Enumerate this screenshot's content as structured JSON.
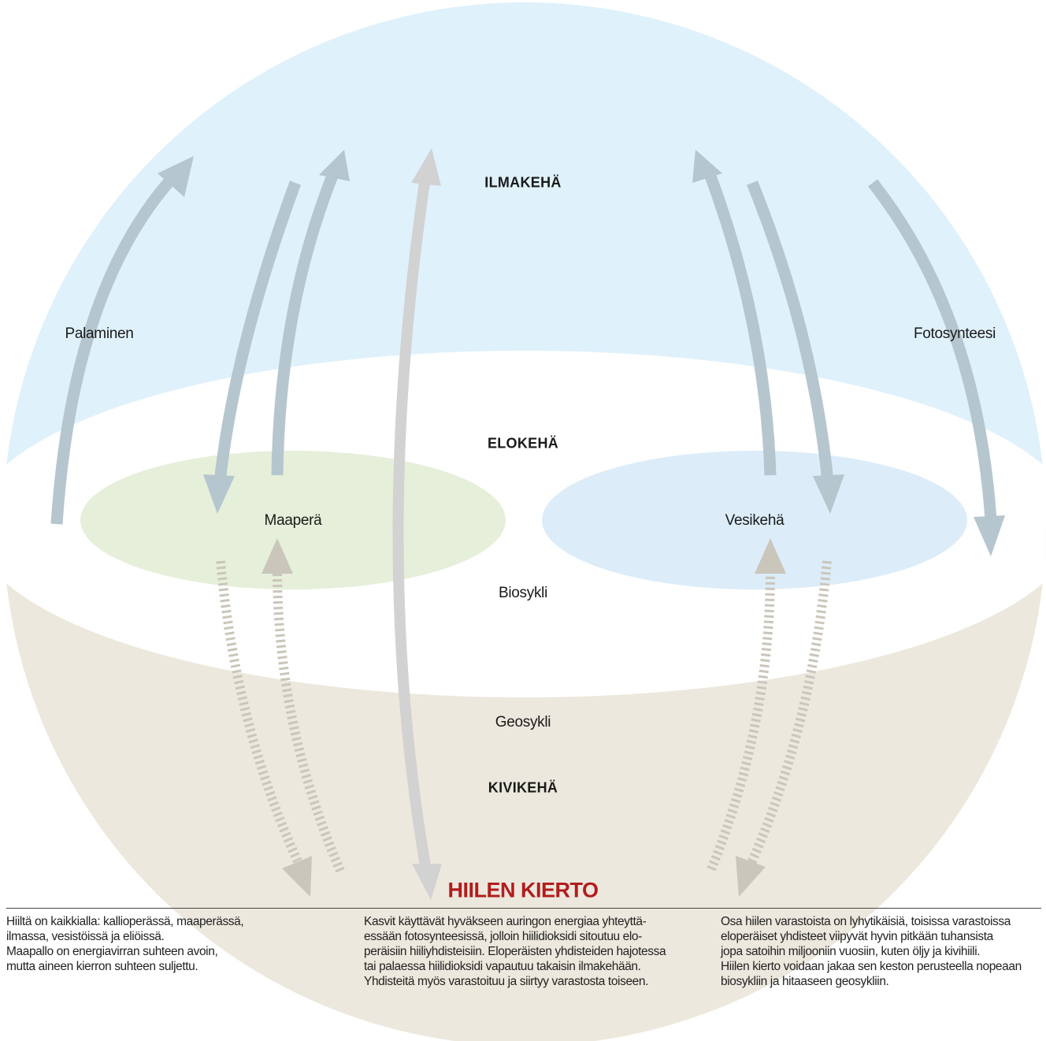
{
  "title": "HIILEN KIERTO",
  "layers": {
    "atmosphere": "ILMAKEHÄ",
    "biosphere": "ELOKEHÄ",
    "lithosphere": "KIVIKEHÄ"
  },
  "reservoirs": {
    "soil": "Maaperä",
    "water": "Vesikehä"
  },
  "cycles": {
    "bio": "Biosykli",
    "geo": "Geosykli"
  },
  "processes": {
    "burning": "Palaminen",
    "photosynthesis": "Fotosynteesi"
  },
  "descriptions": {
    "left": [
      "Hiiltä on kaikkialla: kallioperässä, maaperässä,",
      "ilmassa, vesistöissä ja eliöissä.",
      "Maapallo on energiavirran suhteen avoin,",
      "mutta aineen kierron suhteen suljettu."
    ],
    "middle": [
      "Kasvit käyttävät hyväkseen auringon energiaa yhteyttä-",
      "essään fotosynteesissä, jolloin hiilidioksidi sitoutuu elo-",
      "peräisiin hiiliyhdisteisiin. Eloperäisten yhdisteiden hajotessa",
      "tai palaessa hiilidioksidi vapautuu takaisin ilmakehään.",
      "Yhdisteitä myös varastoituu ja siirtyy varastosta toiseen."
    ],
    "right": [
      "Osa hiilen varastoista on lyhytikäisiä, toisissa varastoissa",
      "eloperäiset yhdisteet viipyvät hyvin pitkään tuhansista",
      "jopa satoihin miljooniin vuosiin, kuten öljy ja kivihiili.",
      "Hiilen kierto voidaan jakaa sen keston perusteella nopeaan",
      "biosykliin ja hitaaseen geosykliin."
    ]
  },
  "colors": {
    "sky": "#dff1fb",
    "ground": "#ede8de",
    "soil": "#e6efd9",
    "water": "#dcedf9",
    "arrow_blue": "#b5c6cf",
    "arrow_grey": "#d2d2d2",
    "arrow_dashed": "#cbc6bc",
    "title": "#b31c1c"
  }
}
